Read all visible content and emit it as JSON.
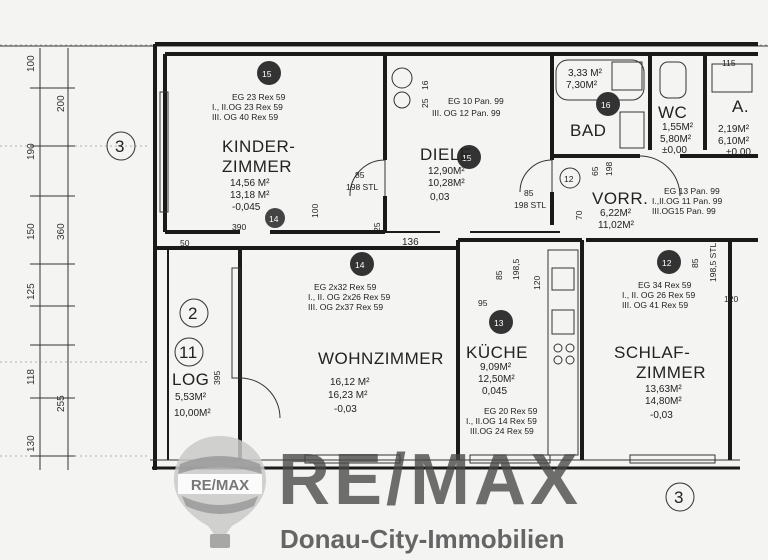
{
  "rooms": {
    "kinderzimmer": {
      "name1": "KINDER-",
      "name2": "ZIMMER",
      "area1": "14,56 M²",
      "area2": "13,18 M²",
      "val": "-0,045",
      "num": "14",
      "note1": "EG 23 Rex 59",
      "note2": "I., II.OG 23 Rex 59",
      "note3": "III. OG 40 Rex 59"
    },
    "diele": {
      "name": "DIELE",
      "area1": "12,90M²",
      "area2": "10,28M²",
      "val": "0,03",
      "num": "15",
      "note1": "EG 10 Pan. 99",
      "note2": "III. OG 12 Pan. 99"
    },
    "bad": {
      "name": "BAD",
      "area1": "3,33 M²",
      "area2": "7,30M²",
      "num": "16"
    },
    "wc": {
      "name": "WC",
      "area1": "1,55M²",
      "area2": "5,80M²",
      "val": "±0,00"
    },
    "a": {
      "name": "A.",
      "area1": "2,19M²",
      "area2": "6,10M²",
      "val": "±0,00"
    },
    "vorr": {
      "name": "VORR.",
      "area1": "6,22M²",
      "area2": "11,02M²",
      "num": "12",
      "note1": "EG 13 Pan. 99",
      "note2": "I.,II.OG 11 Pan. 99",
      "note3": "III.OG15 Pan. 99"
    },
    "wohnzimmer": {
      "name": "WOHNZIMMER",
      "area1": "16,12 M²",
      "area2": "16,23 M²",
      "val": "-0,03",
      "num": "14",
      "note1": "EG 2x32 Rex 59",
      "note2": "I., II. OG 2x26 Rex 59",
      "note3": "III. OG 2x37 Rex 59"
    },
    "kueche": {
      "name": "KÜCHE",
      "area1": "9,09M²",
      "area2": "12,50M²",
      "val": "0,045",
      "num": "13",
      "note1": "EG 20 Rex 59",
      "note2": "I., II.OG 14 Rex 59",
      "note3": "III.OG 24 Rex 59"
    },
    "schlafzimmer": {
      "name1": "SCHLAF-",
      "name2": "ZIMMER",
      "area1": "13,63M²",
      "area2": "14,80M²",
      "val": "-0,03",
      "num": "12",
      "note1": "EG 34 Rex 59",
      "note2": "I., II. OG 26 Rex 59",
      "note3": "III. OG 41 Rex 59"
    },
    "log": {
      "name": "LOG",
      "area1": "5,53M²",
      "area2": "10,00M²"
    }
  },
  "dimensions": {
    "left": [
      "100",
      "200",
      "190",
      "360",
      "150",
      "125",
      "118",
      "255",
      "130"
    ],
    "door1": "85",
    "door1b": "198 STL",
    "door2": "85",
    "door2b": "198 STL",
    "d390": "390",
    "d50": "50",
    "d136": "136",
    "d100": "100",
    "d95": "95",
    "d120": "120",
    "d120b": "120",
    "d85": "85",
    "d1985": "198,5",
    "d198": "198",
    "d70": "70",
    "d65": "65",
    "d395": "395",
    "d115": "115",
    "d25": "25",
    "d16": "16",
    "d25b": "25",
    "d1985b": "198,5 STL",
    "d85b": "85"
  },
  "grid_labels": {
    "a": "3",
    "b": "2",
    "c": "11",
    "d": "3"
  },
  "watermark": {
    "brand": "RE/MAX",
    "logo_text": "RE/MAX",
    "subtitle": "Donau-City-Immobilien"
  },
  "colors": {
    "balloon_red": "#d9262c",
    "balloon_blue": "#1d4f9c",
    "watermark_gray": "#555555"
  }
}
